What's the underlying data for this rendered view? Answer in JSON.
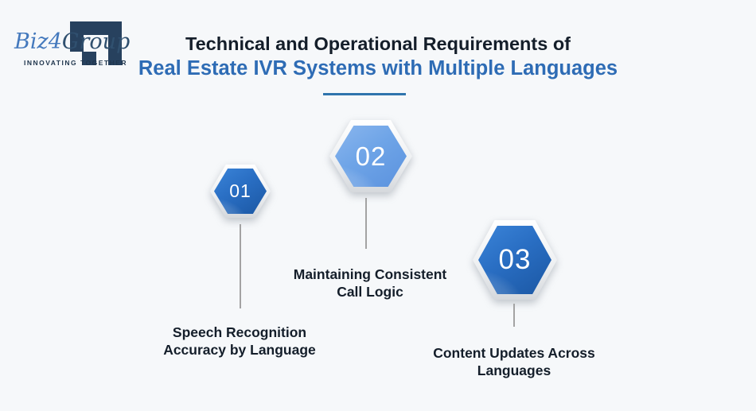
{
  "logo": {
    "brand_blue": "Biz4",
    "brand_dark": "Group",
    "tagline": "INNOVATING TOGETHER"
  },
  "header": {
    "title_line1": "Technical and Operational Requirements of",
    "title_line2": "Real Estate IVR Systems with Multiple Languages"
  },
  "steps": [
    {
      "number": "01",
      "label_line1": "Speech Recognition",
      "label_line2": "Accuracy by Language",
      "variant": "dark-blue"
    },
    {
      "number": "02",
      "label_line1": "Maintaining Consistent",
      "label_line2": "Call Logic",
      "variant": "light-blue"
    },
    {
      "number": "03",
      "label_line1": "Content Updates Across",
      "label_line2": "Languages",
      "variant": "dark-blue"
    }
  ],
  "colors": {
    "background": "#f6f8fa",
    "title_text": "#141e2a",
    "title_accent": "#2e6cb5",
    "divider": "#2f74ad",
    "hex_dark_top": "#3b84d8",
    "hex_dark_bottom": "#1b57a3",
    "hex_light_top": "#8ab6ee",
    "hex_light_bottom": "#5b92de",
    "hex_number": "#ffffff",
    "connector": "#a3a3a3",
    "label_text": "#141e2a",
    "logo_blue": "#4479bd",
    "logo_dark": "#30506f",
    "logo_bracket": "#27415e"
  }
}
